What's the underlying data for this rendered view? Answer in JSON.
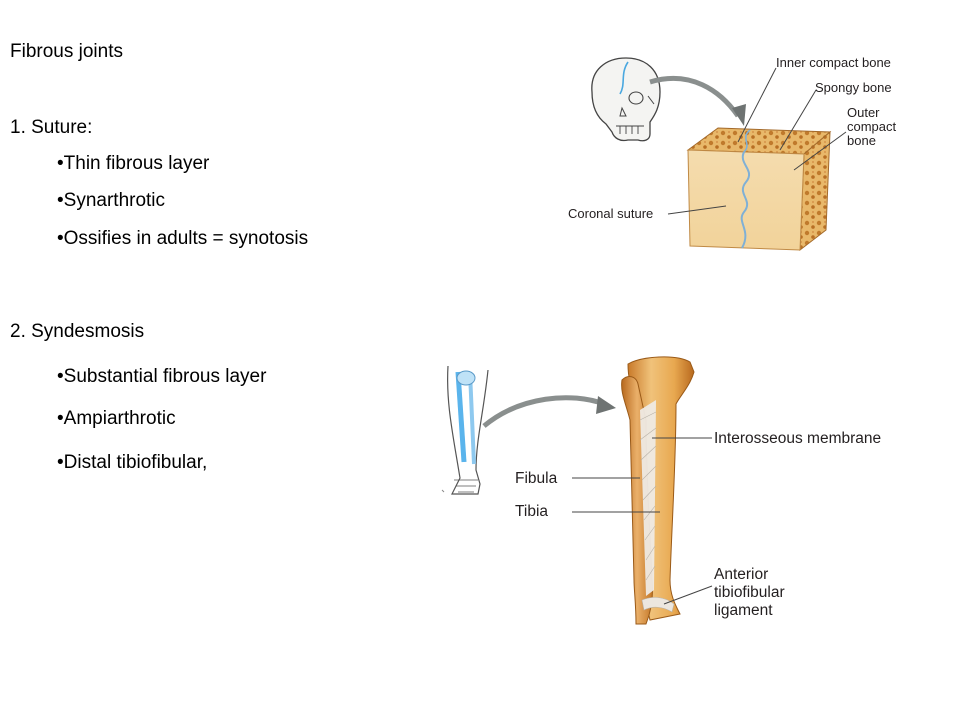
{
  "slide": {
    "title": "Fibrous  joints",
    "section1": {
      "heading": "1. Suture:",
      "bullets": [
        "•Thin fibrous layer",
        "•Synarthrotic",
        "•Ossifies in adults = synotosis"
      ]
    },
    "section2": {
      "heading": "2. Syndesmosis",
      "bullets": [
        "•Substantial fibrous layer",
        "•Ampiarthrotic",
        "•Distal tibiofibular,"
      ]
    }
  },
  "figure_suture": {
    "labels": {
      "inner_compact": "Inner compact bone",
      "spongy": "Spongy bone",
      "outer_1": "Outer",
      "outer_2": "compact",
      "outer_3": "bone",
      "coronal": "Coronal suture"
    }
  },
  "figure_syndesmosis": {
    "labels": {
      "interosseous": "Interosseous membrane",
      "fibula": "Fibula",
      "tibia": "Tibia",
      "anterior_1": "Anterior",
      "anterior_2": "tibiofibular",
      "anterior_3": "ligament"
    }
  },
  "colors": {
    "bone": "#e2a24f",
    "bone_light": "#f5d9a8",
    "membrane": "#e8e4dd",
    "highlight_blue": "#8ec9ef",
    "arrow_gray": "#8a8f8e",
    "leader": "#555555"
  }
}
